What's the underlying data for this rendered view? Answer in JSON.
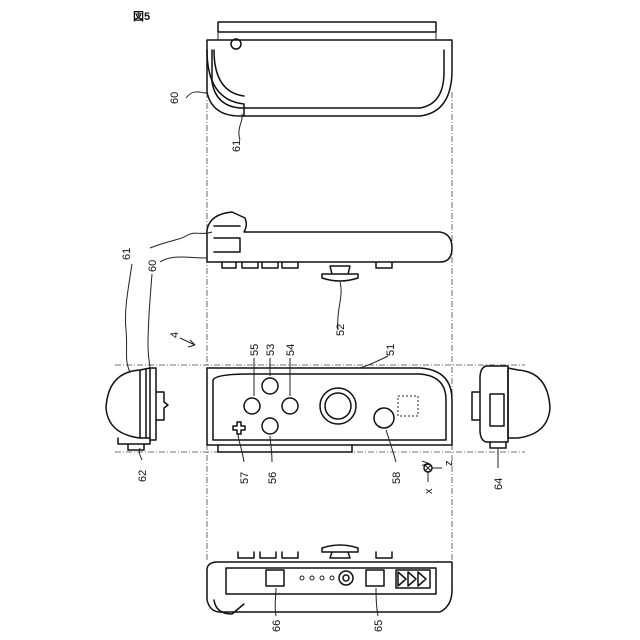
{
  "figure": {
    "title": "図5"
  },
  "labels": {
    "l60a": "60",
    "l61a": "61",
    "l61b": "61",
    "l60b": "60",
    "l4": "4",
    "l52": "52",
    "l55": "55",
    "l53": "53",
    "l54": "54",
    "l51": "51",
    "l57": "57",
    "l56": "56",
    "l58": "58",
    "l62": "62",
    "l64": "64",
    "l66": "66",
    "l65": "65"
  },
  "axes": {
    "y": "y",
    "z": "z",
    "x": "x"
  }
}
